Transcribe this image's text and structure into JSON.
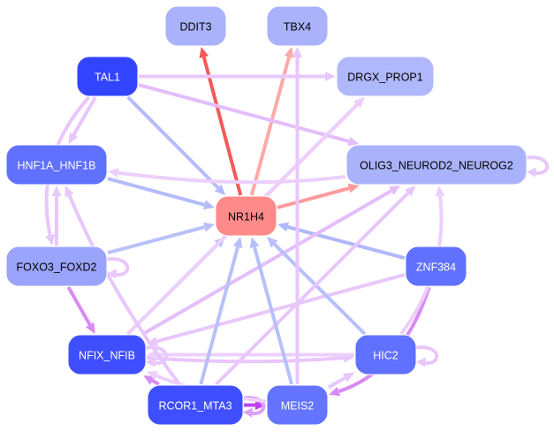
{
  "diagram": {
    "type": "directed-network",
    "center_node": "NR1H4",
    "colors": {
      "node_dark_blue": "#3344ff",
      "node_mid_blue": "#6070ff",
      "node_light_blue": "#aab2fc",
      "node_lighter_blue": "#9aa4fb",
      "node_red": "#ff8a8a",
      "edge_red_strong": "#f55a5a",
      "edge_red_light": "#ffa8a8",
      "edge_blue": "#b4bcfa",
      "edge_lavender": "#e8c7fb",
      "edge_violet": "#d88af5",
      "edge_purple_strong": "#c040f0"
    },
    "nodes": [
      {
        "id": "DDIT3",
        "label": "DDIT3",
        "fill": "#aab2fc",
        "text": "#000000"
      },
      {
        "id": "TBX4",
        "label": "TBX4",
        "fill": "#aab2fc",
        "text": "#000000"
      },
      {
        "id": "TAL1",
        "label": "TAL1",
        "fill": "#3344ff",
        "text": "#ffffff"
      },
      {
        "id": "DRGX_PROP1",
        "label": "DRGX_PROP1",
        "fill": "#b0b8fc",
        "text": "#000000"
      },
      {
        "id": "HNF1A_HNF1B",
        "label": "HNF1A_HNF1B",
        "fill": "#6070ff",
        "text": "#ffffff"
      },
      {
        "id": "OLIG3_NEUROD2_NEUROG2",
        "label": "OLIG3_NEUROD2_NEUROG2",
        "fill": "#aab2fc",
        "text": "#000000"
      },
      {
        "id": "NR1H4",
        "label": "NR1H4",
        "fill": "#ff8a8a",
        "text": "#000000"
      },
      {
        "id": "FOXO3_FOXD2",
        "label": "FOXO3_FOXD2",
        "fill": "#9aa4fb",
        "text": "#000000"
      },
      {
        "id": "ZNF384",
        "label": "ZNF384",
        "fill": "#6070ff",
        "text": "#ffffff"
      },
      {
        "id": "NFIX_NFIB",
        "label": "NFIX_NFIB",
        "fill": "#3f4fff",
        "text": "#ffffff"
      },
      {
        "id": "HIC2",
        "label": "HIC2",
        "fill": "#6070ff",
        "text": "#ffffff"
      },
      {
        "id": "RCOR1_MTA3",
        "label": "RCOR1_MTA3",
        "fill": "#3f4fff",
        "text": "#ffffff"
      },
      {
        "id": "MEIS2",
        "label": "MEIS2",
        "fill": "#6474ff",
        "text": "#ffffff"
      }
    ],
    "edges": [
      {
        "from": "NR1H4",
        "to": "DDIT3",
        "color": "#f55a5a"
      },
      {
        "from": "NR1H4",
        "to": "TBX4",
        "color": "#ffa8a8"
      },
      {
        "from": "NR1H4",
        "to": "DRGX_PROP1",
        "color": "#ffa8a8"
      },
      {
        "from": "NR1H4",
        "to": "OLIG3_NEUROD2_NEUROG2",
        "color": "#ff9a9a"
      },
      {
        "from": "TAL1",
        "to": "NR1H4",
        "color": "#b4bcfa"
      },
      {
        "from": "TAL1",
        "to": "DRGX_PROP1",
        "color": "#e8c7fb"
      },
      {
        "from": "TAL1",
        "to": "OLIG3_NEUROD2_NEUROG2",
        "color": "#e4bdfb"
      },
      {
        "from": "TAL1",
        "to": "HNF1A_HNF1B",
        "color": "#e8c7fb"
      },
      {
        "from": "TAL1",
        "to": "FOXO3_FOXD2",
        "color": "#e8c7fb"
      },
      {
        "from": "HNF1A_HNF1B",
        "to": "NR1H4",
        "color": "#b4bcfa"
      },
      {
        "from": "FOXO3_FOXD2",
        "to": "NR1H4",
        "color": "#b8c0fa"
      },
      {
        "from": "FOXO3_FOXD2",
        "to": "HNF1A_HNF1B",
        "color": "#e8c7fb"
      },
      {
        "from": "FOXO3_FOXD2",
        "to": "FOXO3_FOXD2",
        "color": "#e8c7fb"
      },
      {
        "from": "FOXO3_FOXD2",
        "to": "NFIX_NFIB",
        "color": "#d88af5"
      },
      {
        "from": "ZNF384",
        "to": "NR1H4",
        "color": "#b0b8fa"
      },
      {
        "from": "ZNF384",
        "to": "NFIX_NFIB",
        "color": "#e8c7fb"
      },
      {
        "from": "ZNF384",
        "to": "MEIS2",
        "color": "#d88af5"
      },
      {
        "from": "NFIX_NFIB",
        "to": "NR1H4",
        "color": "#b8c0fa"
      },
      {
        "from": "NFIX_NFIB",
        "to": "DRGX_PROP1",
        "color": "#ecd0fb"
      },
      {
        "from": "NFIX_NFIB",
        "to": "OLIG3_NEUROD2_NEUROG2",
        "color": "#e4bdfb"
      },
      {
        "from": "NFIX_NFIB",
        "to": "NFIX_NFIB",
        "color": "#e8c7fb"
      },
      {
        "from": "NFIX_NFIB",
        "to": "HIC2",
        "color": "#e8c7fb"
      },
      {
        "from": "HIC2",
        "to": "NR1H4",
        "color": "#b8c0fa"
      },
      {
        "from": "HIC2",
        "to": "OLIG3_NEUROD2_NEUROG2",
        "color": "#ecd0fb"
      },
      {
        "from": "HIC2",
        "to": "NFIX_NFIB",
        "color": "#ecd0fb"
      },
      {
        "from": "HIC2",
        "to": "HIC2",
        "color": "#e8c7fb"
      },
      {
        "from": "RCOR1_MTA3",
        "to": "NR1H4",
        "color": "#b8c0fa"
      },
      {
        "from": "RCOR1_MTA3",
        "to": "HNF1A_HNF1B",
        "color": "#e8c7fb"
      },
      {
        "from": "RCOR1_MTA3",
        "to": "OLIG3_NEUROD2_NEUROG2",
        "color": "#e8c7fb"
      },
      {
        "from": "RCOR1_MTA3",
        "to": "NFIX_NFIB",
        "color": "#d88af5"
      },
      {
        "from": "RCOR1_MTA3",
        "to": "MEIS2",
        "color": "#c040f0"
      },
      {
        "from": "RCOR1_MTA3",
        "to": "RCOR1_MTA3",
        "color": "#dca0f8"
      },
      {
        "from": "MEIS2",
        "to": "NR1H4",
        "color": "#b8c0fa"
      },
      {
        "from": "MEIS2",
        "to": "TBX4",
        "color": "#e8c7fb"
      },
      {
        "from": "MEIS2",
        "to": "NFIX_NFIB",
        "color": "#ecd0fb"
      },
      {
        "from": "MEIS2",
        "to": "HIC2",
        "color": "#e8c7fb"
      },
      {
        "from": "OLIG3_NEUROD2_NEUROG2",
        "to": "OLIG3_NEUROD2_NEUROG2",
        "color": "#e8c7fb"
      },
      {
        "from": "OLIG3_NEUROD2_NEUROG2",
        "to": "HNF1A_HNF1B",
        "color": "#ecd0fb"
      }
    ]
  }
}
